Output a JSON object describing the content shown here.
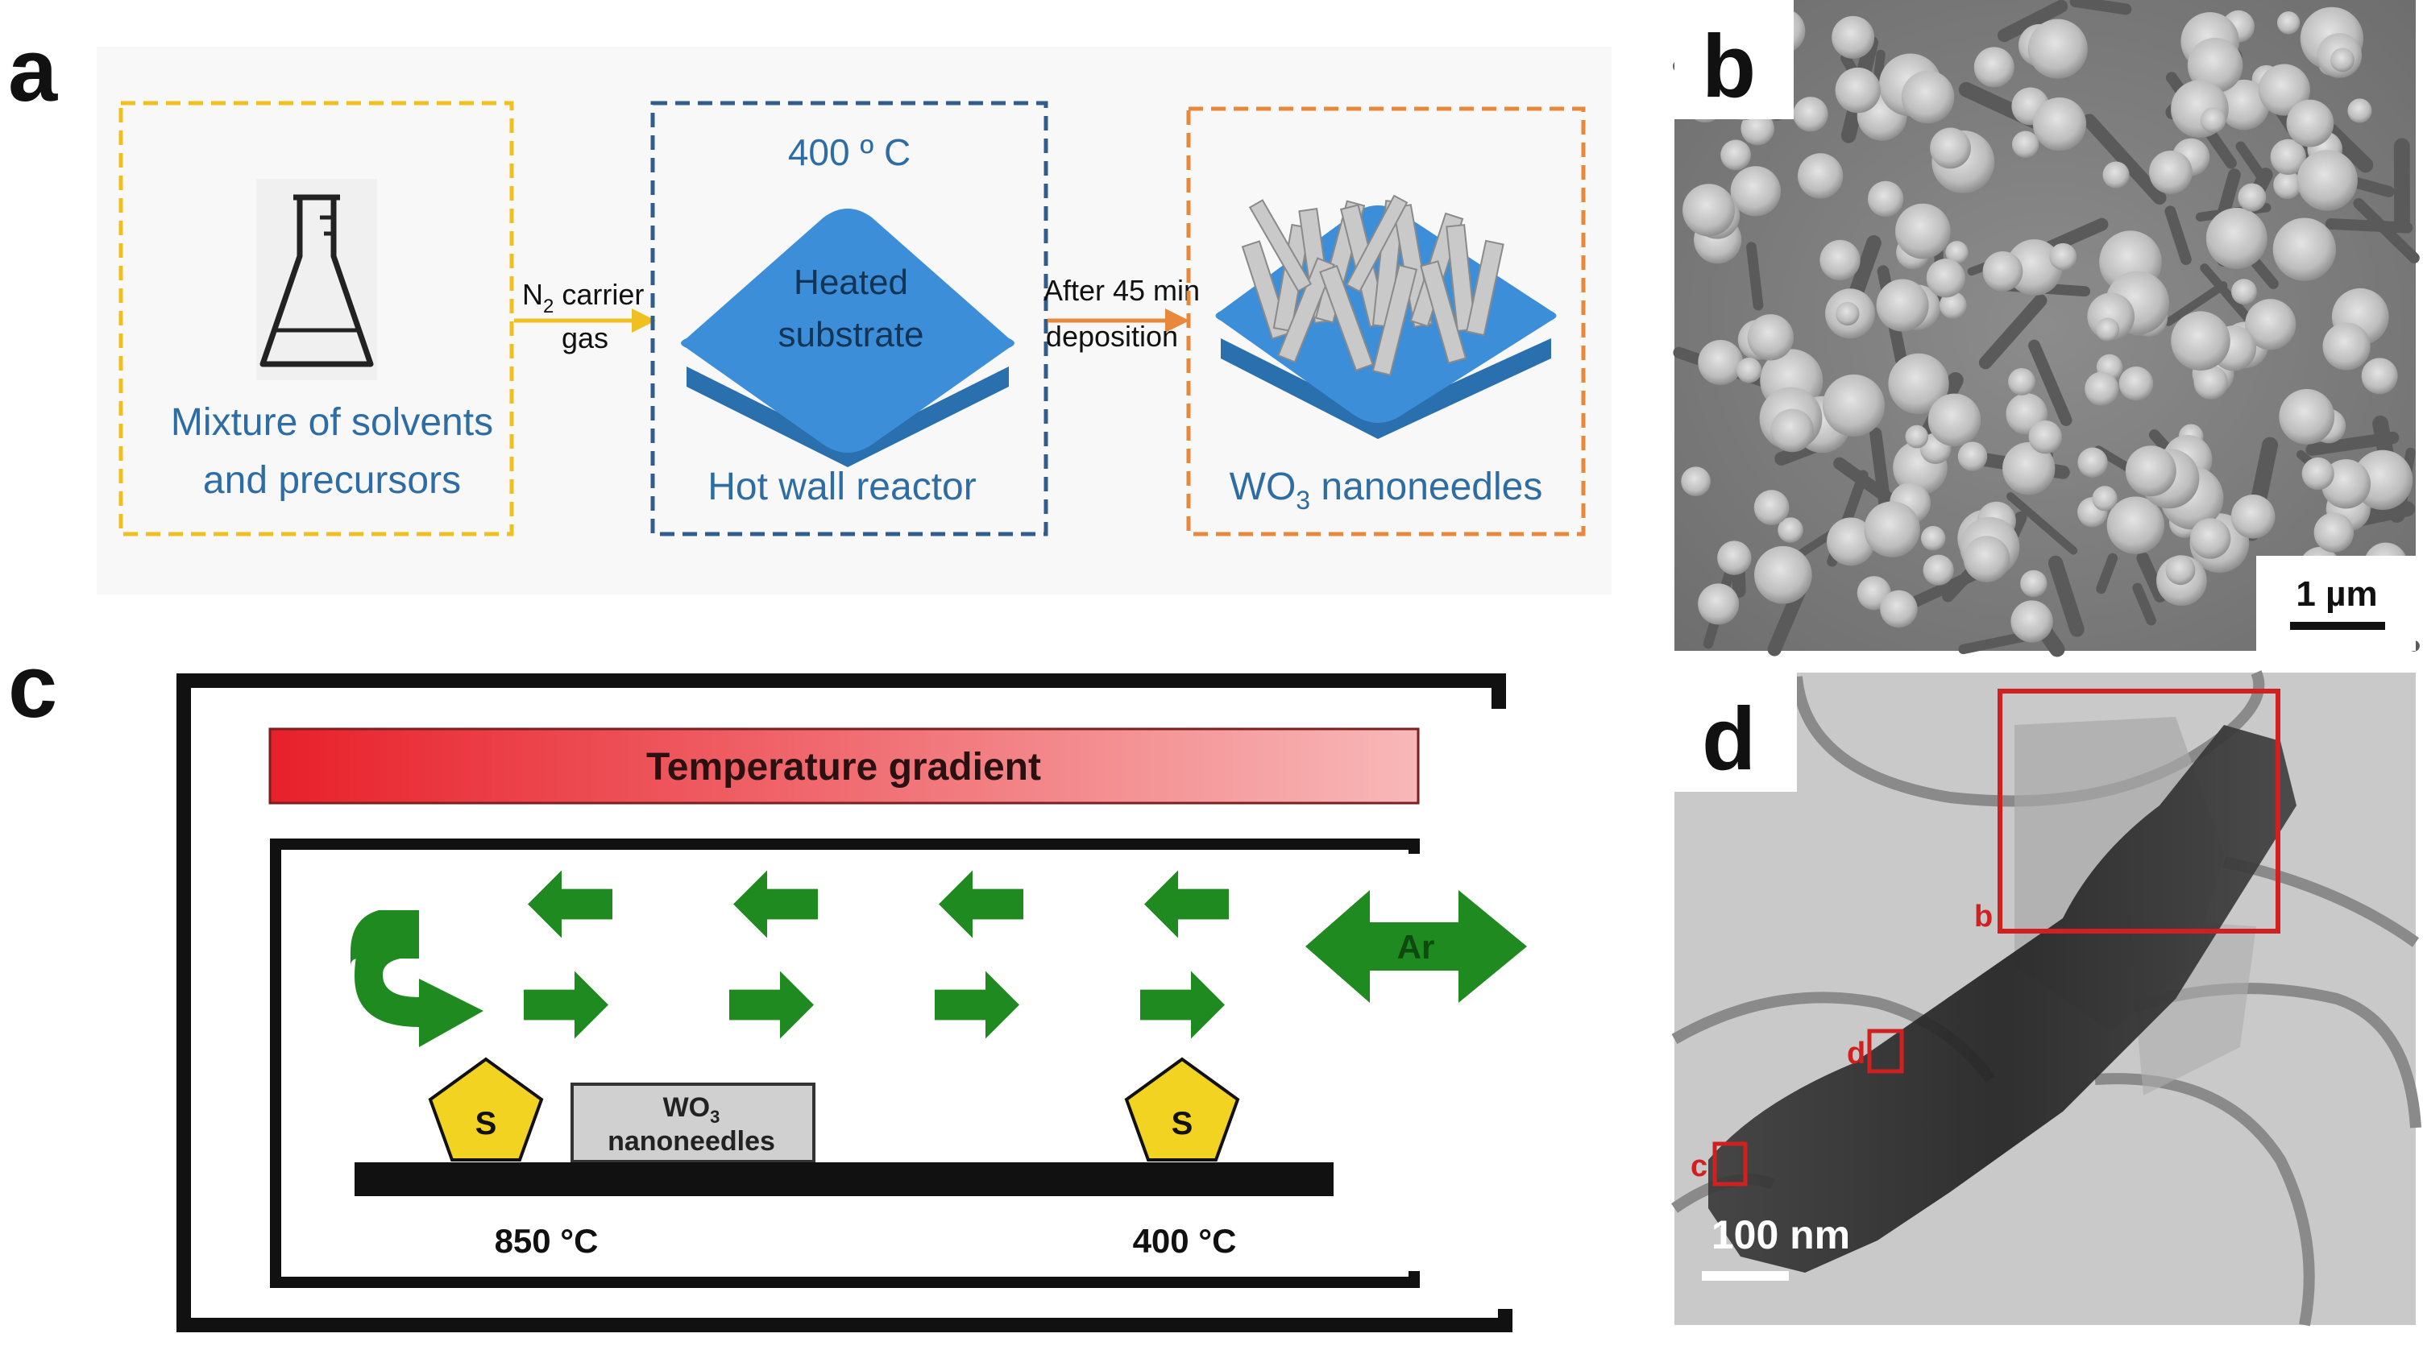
{
  "panel_labels": {
    "a": "a",
    "b": "b",
    "c": "c",
    "d": "d"
  },
  "panel_a": {
    "box1": {
      "line1": "Mixture of solvents",
      "line2": "and precursors"
    },
    "arrow1": {
      "n": "N",
      "sub": "2",
      "rest": " carrier",
      "line2": "gas"
    },
    "box2": {
      "temp": "400 º C",
      "substrate_line1": "Heated",
      "substrate_line2": "substrate",
      "caption": "Hot wall reactor"
    },
    "arrow2": {
      "line1": "After 45 min",
      "line2": "deposition"
    },
    "box3": {
      "caption_main": "WO",
      "caption_sub": "3",
      "caption_rest": " nanoneedles"
    },
    "colors": {
      "box1": "#f0c020",
      "box2": "#2f5e8e",
      "box3": "#e8883a",
      "substrate": "#3d8ed8",
      "text": "#2e6da4"
    }
  },
  "panel_b": {
    "scale_bar": "1 µm"
  },
  "panel_c": {
    "gradient_label": "Temperature gradient",
    "gas_label": "Ar",
    "source1": "S",
    "source2": "S",
    "sample_line1_main": "WO",
    "sample_line1_sub": "3",
    "sample_line2": "nanoneedles",
    "temp_left": "850  °C",
    "temp_right": "400  °C",
    "colors": {
      "arrows": "#1f8a1f",
      "source": "#f2d321",
      "gradient_start": "#e8202a",
      "gradient_end": "#f8b8b8"
    }
  },
  "panel_d": {
    "scale_bar": "100 nm",
    "region_b": "b",
    "region_c": "c",
    "region_d": "d",
    "colors": {
      "regions": "#d02020"
    }
  }
}
